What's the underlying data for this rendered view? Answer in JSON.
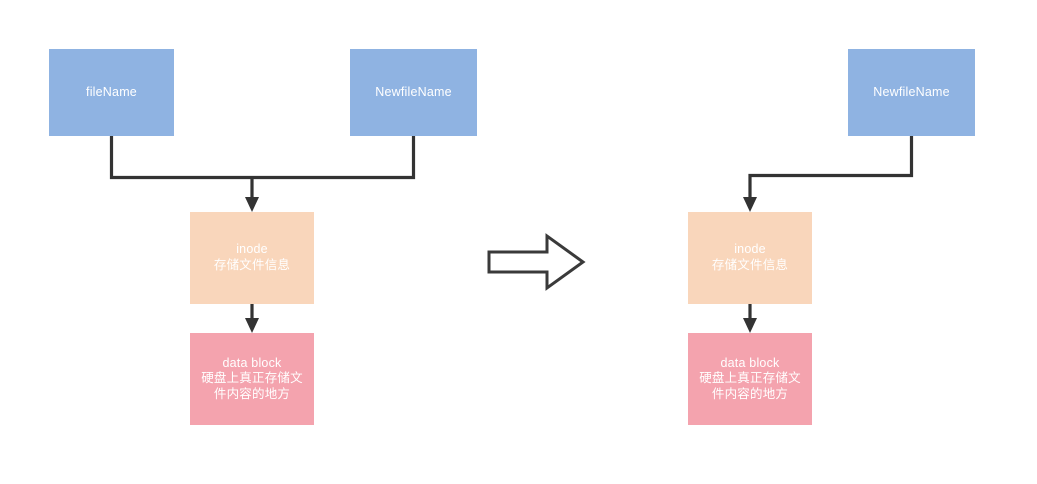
{
  "diagram": {
    "title": "inode / data block rename diagram",
    "background_color": "#ffffff",
    "colors": {
      "filename_box": "#8fb3e2",
      "inode_box": "#f9d6bb",
      "datablock_box": "#f4a3ae",
      "connector": "#333333",
      "node_text": "#ffffff",
      "transform_arrow_stroke": "#3a3a3a",
      "transform_arrow_fill": "#ffffff"
    },
    "left_group": {
      "filename": {
        "label": "fileName"
      },
      "newfilename": {
        "label": "NewfileName"
      },
      "inode": {
        "line1": "inode",
        "line2": "存储文件信息"
      },
      "datablock": {
        "line1": "data block",
        "line2": "硬盘上真正存储文",
        "line3": "件内容的地方"
      }
    },
    "right_group": {
      "newfilename": {
        "label": "NewfileName"
      },
      "inode": {
        "line1": "inode",
        "line2": "存储文件信息"
      },
      "datablock": {
        "line1": "data block",
        "line2": "硬盘上真正存储文",
        "line3": "件内容的地方"
      }
    },
    "transform_arrow": {
      "name": "right-arrow",
      "direction": "right"
    }
  }
}
